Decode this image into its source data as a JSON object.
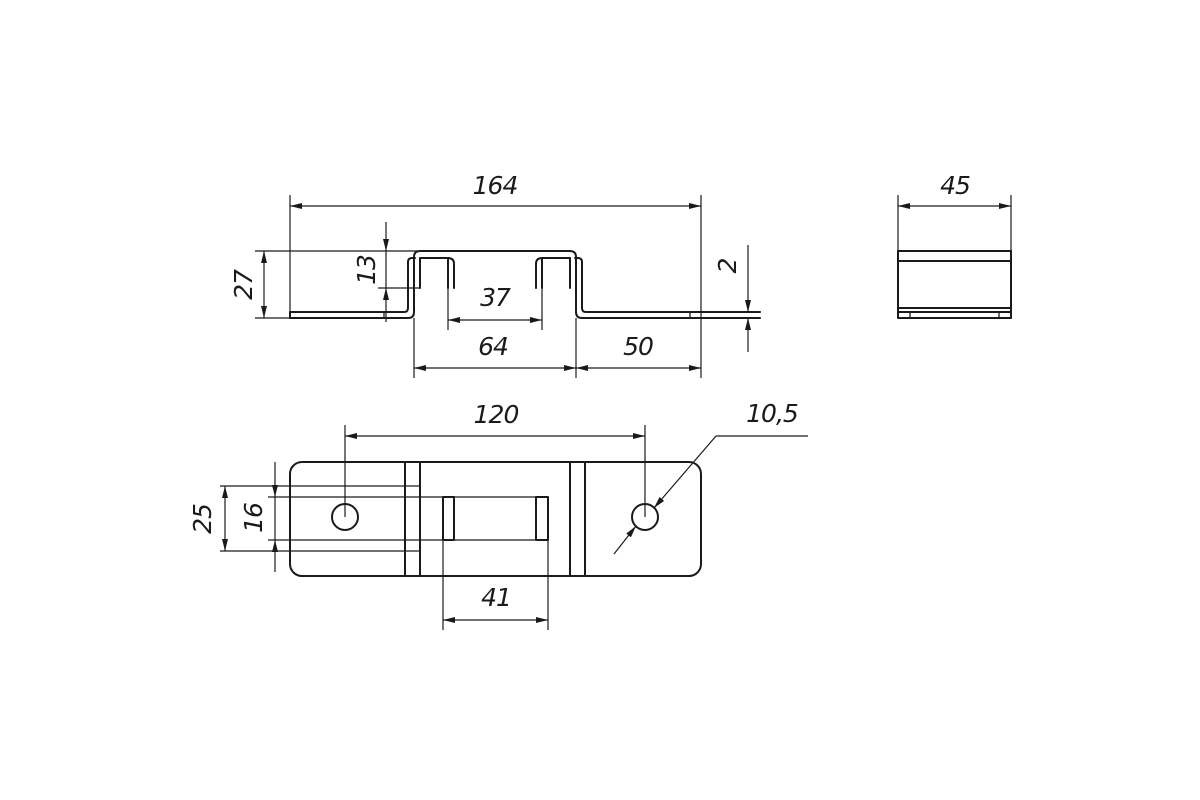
{
  "dimensions": {
    "overall_length": "164",
    "side_width": "45",
    "height": "27",
    "inner_height": "13",
    "thickness": "2",
    "inner_gap": "37",
    "channel_width": "64",
    "flange_length": "50",
    "hole_spacing": "120",
    "hole_diameter": "10,5",
    "plate_width": "25",
    "slot_width": "16",
    "slot_length": "41"
  }
}
